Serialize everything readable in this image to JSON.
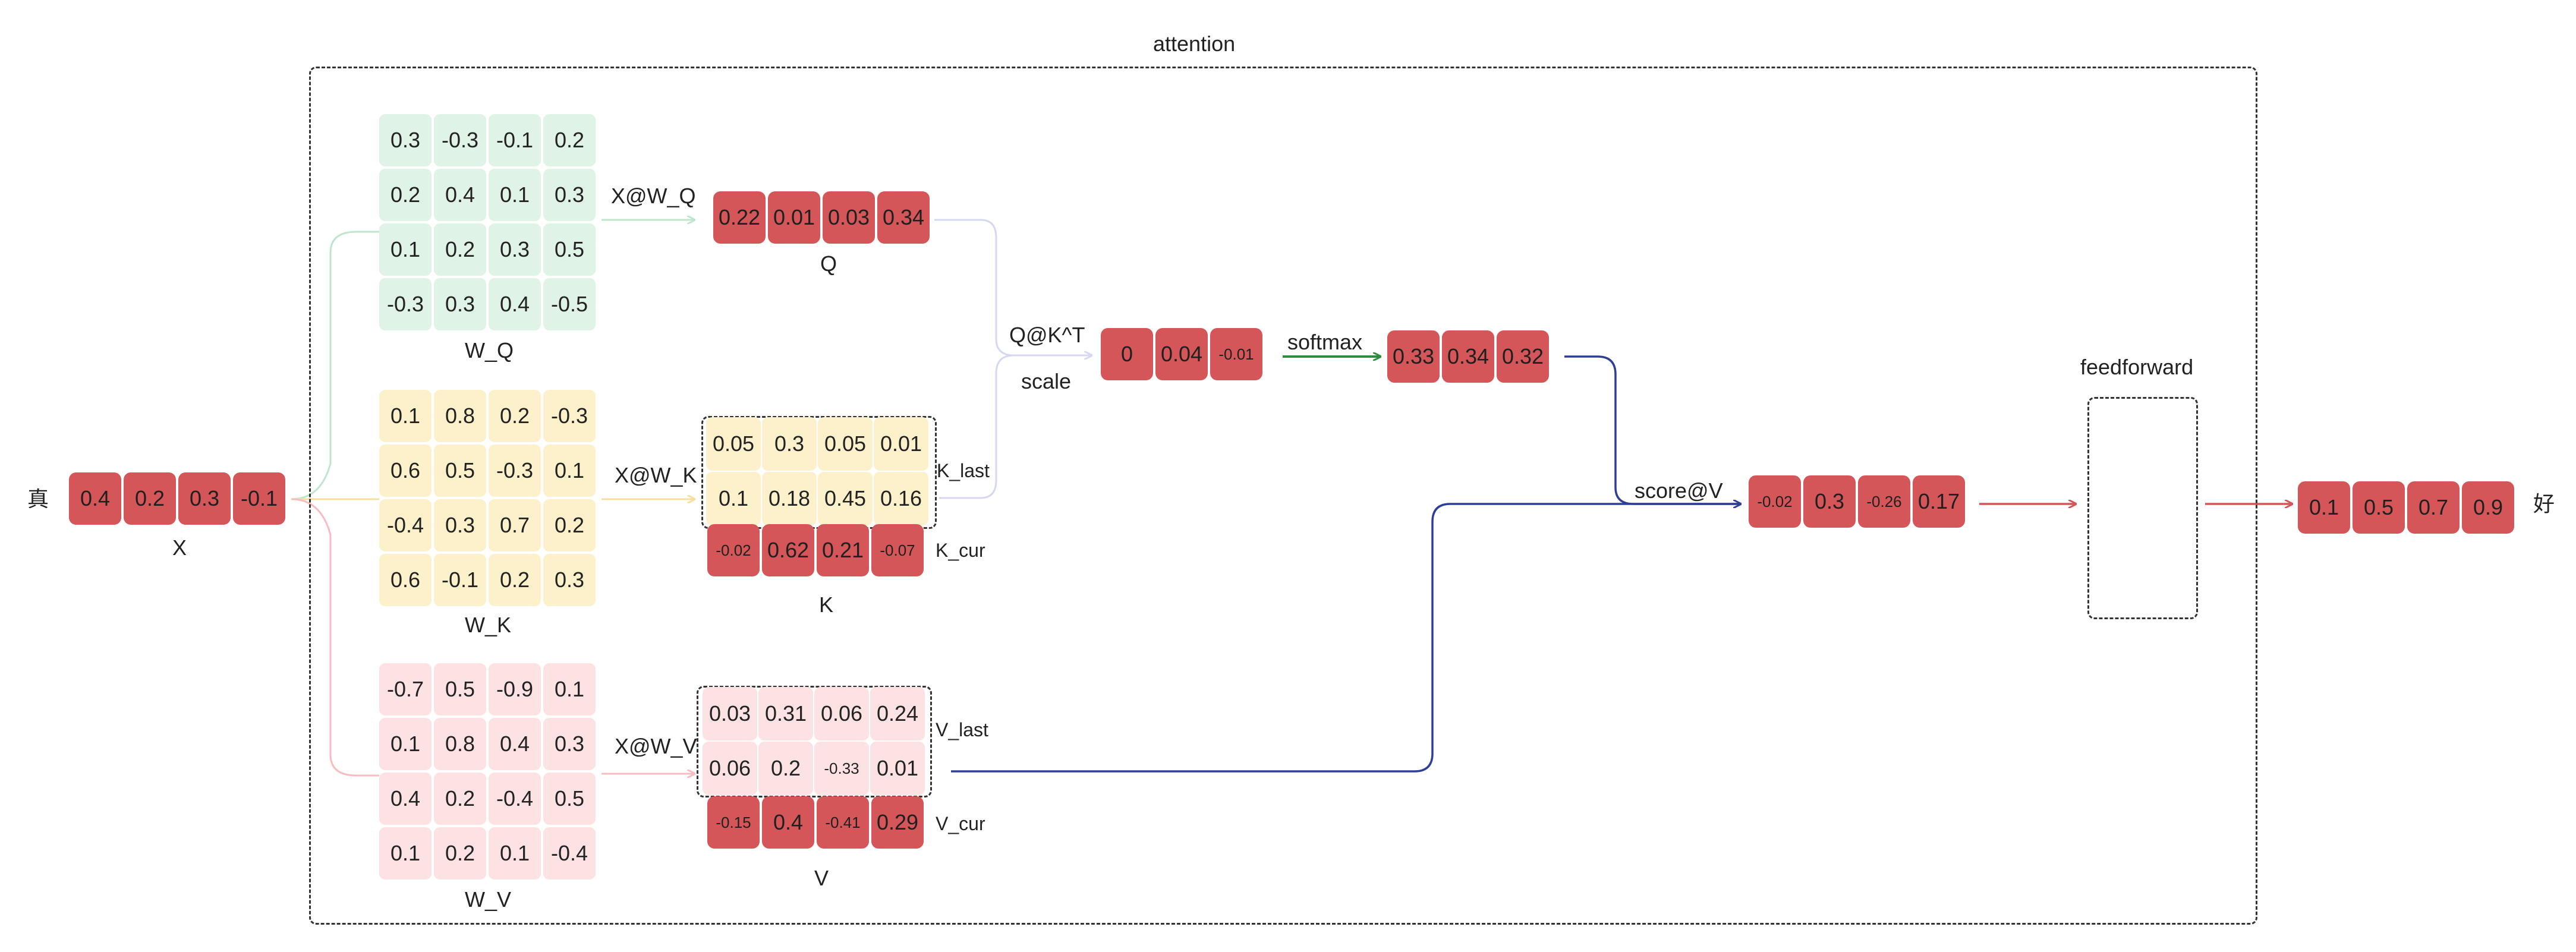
{
  "title": "attention",
  "input_token": "真",
  "output_token": "好",
  "X": {
    "label": "X",
    "values": [
      "0.4",
      "0.2",
      "0.3",
      "-0.1"
    ]
  },
  "W_Q": {
    "label": "W_Q",
    "rows": [
      [
        "0.3",
        "-0.3",
        "-0.1",
        "0.2"
      ],
      [
        "0.2",
        "0.4",
        "0.1",
        "0.3"
      ],
      [
        "0.1",
        "0.2",
        "0.3",
        "0.5"
      ],
      [
        "-0.3",
        "0.3",
        "0.4",
        "-0.5"
      ]
    ]
  },
  "W_K": {
    "label": "W_K",
    "rows": [
      [
        "0.1",
        "0.8",
        "0.2",
        "-0.3"
      ],
      [
        "0.6",
        "0.5",
        "-0.3",
        "0.1"
      ],
      [
        "-0.4",
        "0.3",
        "0.7",
        "0.2"
      ],
      [
        "0.6",
        "-0.1",
        "0.2",
        "0.3"
      ]
    ]
  },
  "W_V": {
    "label": "W_V",
    "rows": [
      [
        "-0.7",
        "0.5",
        "-0.9",
        "0.1"
      ],
      [
        "0.1",
        "0.8",
        "0.4",
        "0.3"
      ],
      [
        "0.4",
        "0.2",
        "-0.4",
        "0.5"
      ],
      [
        "0.1",
        "0.2",
        "0.1",
        "-0.4"
      ]
    ]
  },
  "ops": {
    "xwq": "X@W_Q",
    "xwk": "X@W_K",
    "xwv": "X@W_V",
    "qkt": "Q@K^T",
    "scale": "scale",
    "softmax": "softmax",
    "scorev": "score@V",
    "feedforward": "feedforward"
  },
  "Q": {
    "label": "Q",
    "values": [
      "0.22",
      "0.01",
      "0.03",
      "0.34"
    ]
  },
  "K": {
    "label": "K",
    "last_label": "K_last",
    "cur_label": "K_cur",
    "last": [
      [
        "0.05",
        "0.3",
        "0.05",
        "0.01"
      ],
      [
        "0.1",
        "0.18",
        "0.45",
        "0.16"
      ]
    ],
    "cur": [
      "-0.02",
      "0.62",
      "0.21",
      "-0.07"
    ]
  },
  "V": {
    "label": "V",
    "last_label": "V_last",
    "cur_label": "V_cur",
    "last": [
      [
        "0.03",
        "0.31",
        "0.06",
        "0.24"
      ],
      [
        "0.06",
        "0.2",
        "-0.33",
        "0.01"
      ]
    ],
    "cur": [
      "-0.15",
      "0.4",
      "-0.41",
      "0.29"
    ]
  },
  "scores": [
    "0",
    "0.04",
    "-0.01"
  ],
  "softmax_out": [
    "0.33",
    "0.34",
    "0.32"
  ],
  "attn_out": [
    "-0.02",
    "0.3",
    "-0.26",
    "0.17"
  ],
  "final_out": [
    "0.1",
    "0.5",
    "0.7",
    "0.9"
  ],
  "colors": {
    "red": "#d45658",
    "green": "#dff3e6",
    "yellow": "#fdf1cc",
    "pink": "#fde2e3",
    "arrow_blue": "#2f3f96",
    "arrow_green": "#2e8b3e",
    "arrow_red": "#d45658"
  }
}
